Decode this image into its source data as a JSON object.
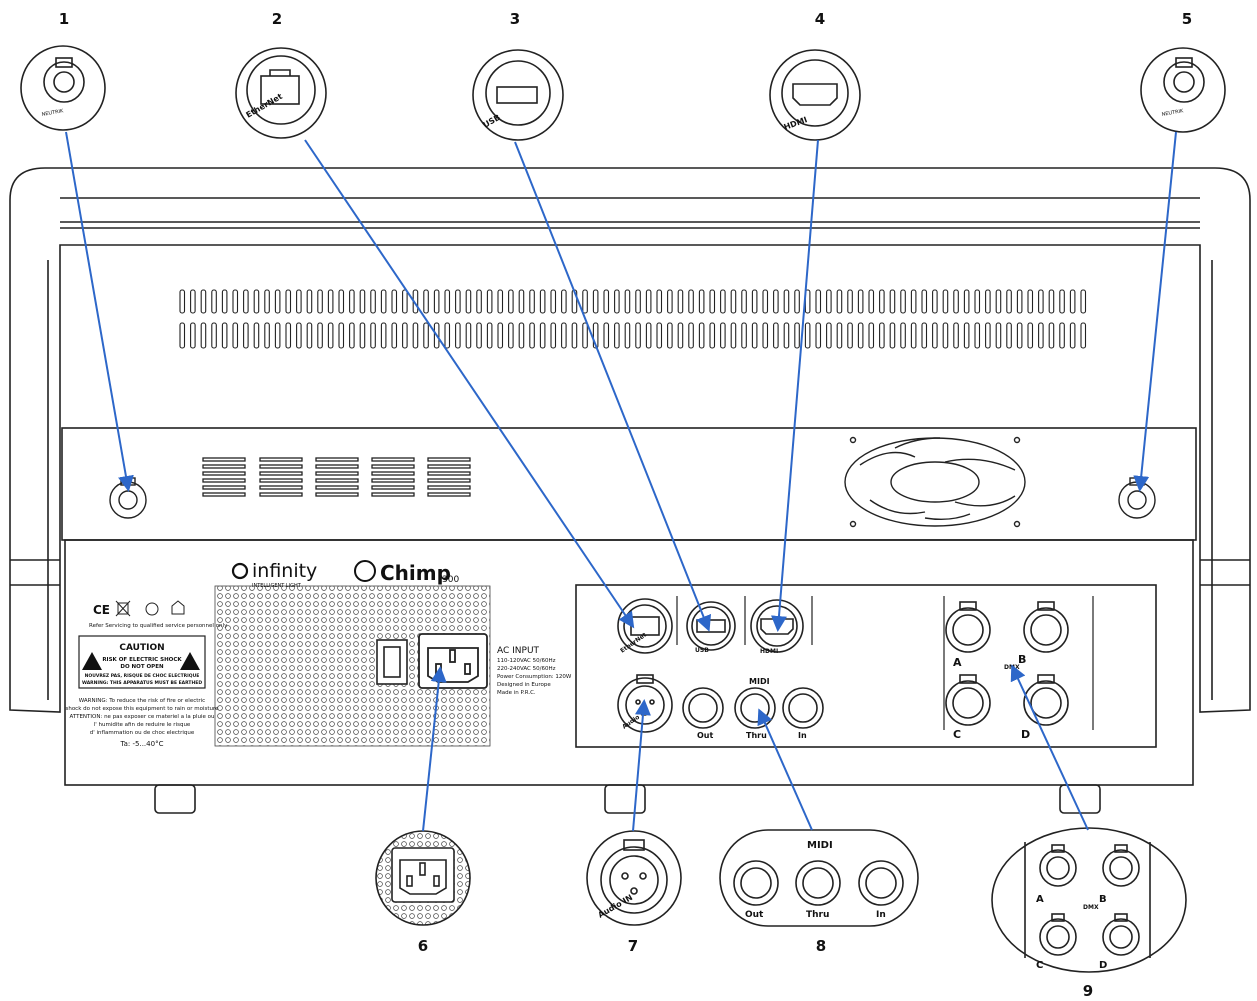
{
  "callouts": [
    {
      "number": "1"
    },
    {
      "number": "2"
    },
    {
      "number": "3"
    },
    {
      "number": "4"
    },
    {
      "number": "5"
    },
    {
      "number": "6"
    },
    {
      "number": "7"
    },
    {
      "number": "8"
    },
    {
      "number": "9"
    }
  ],
  "icons": {
    "line_color": "#2d67c9",
    "outline_color": "#222222",
    "panel_color": "#ffffff"
  },
  "labels": {
    "ethernet": "EtherNet",
    "usb": "USB",
    "hdmi": "HDMI",
    "neutrik": "NEUTRIK",
    "audio_in": "Audio IN",
    "midi": "MIDI",
    "midi_out": "Out",
    "midi_thru": "Thru",
    "midi_in": "In",
    "dmx": "DMX",
    "dmx_a": "A",
    "dmx_b": "B",
    "dmx_c": "C",
    "dmx_d": "D"
  },
  "brand": {
    "maker": "infinity",
    "maker_sub": "INTELLIGENT LIGHT",
    "model": "Chimp",
    "model_num": "300"
  },
  "ac_panel": {
    "title": "AC INPUT",
    "line1": "110-120VAC 50/60Hz",
    "line2": "220-240VAC 50/60Hz",
    "line3": "Power Consumption: 120W",
    "line4": "Designed in Europe",
    "line5": "Made in P.R.C."
  },
  "safety": {
    "service": "Refer Servicing to qualified service personnel only",
    "caution": "CAUTION",
    "risk1": "RISK OF ELECTRIC SHOCK",
    "risk2": "DO NOT OPEN",
    "risk3": "NOUVREZ PAS, RISQUE DE CHOC ELECTRIQUE",
    "risk4": "WARNING: THIS APPARATUS MUST BE EARTHED",
    "warn1": "WARNING: To reduce the risk of fire or electric",
    "warn2": "shock do not expose this equipment to rain or moisture",
    "warn3": "ATTENTION: ne pas exposer ce materiel a la pluie ou",
    "warn4": "l' humidite afin de reduire le risque",
    "warn5": "d' inflammation ou de choc electrique",
    "temp": "Ta: -5...40°C"
  }
}
